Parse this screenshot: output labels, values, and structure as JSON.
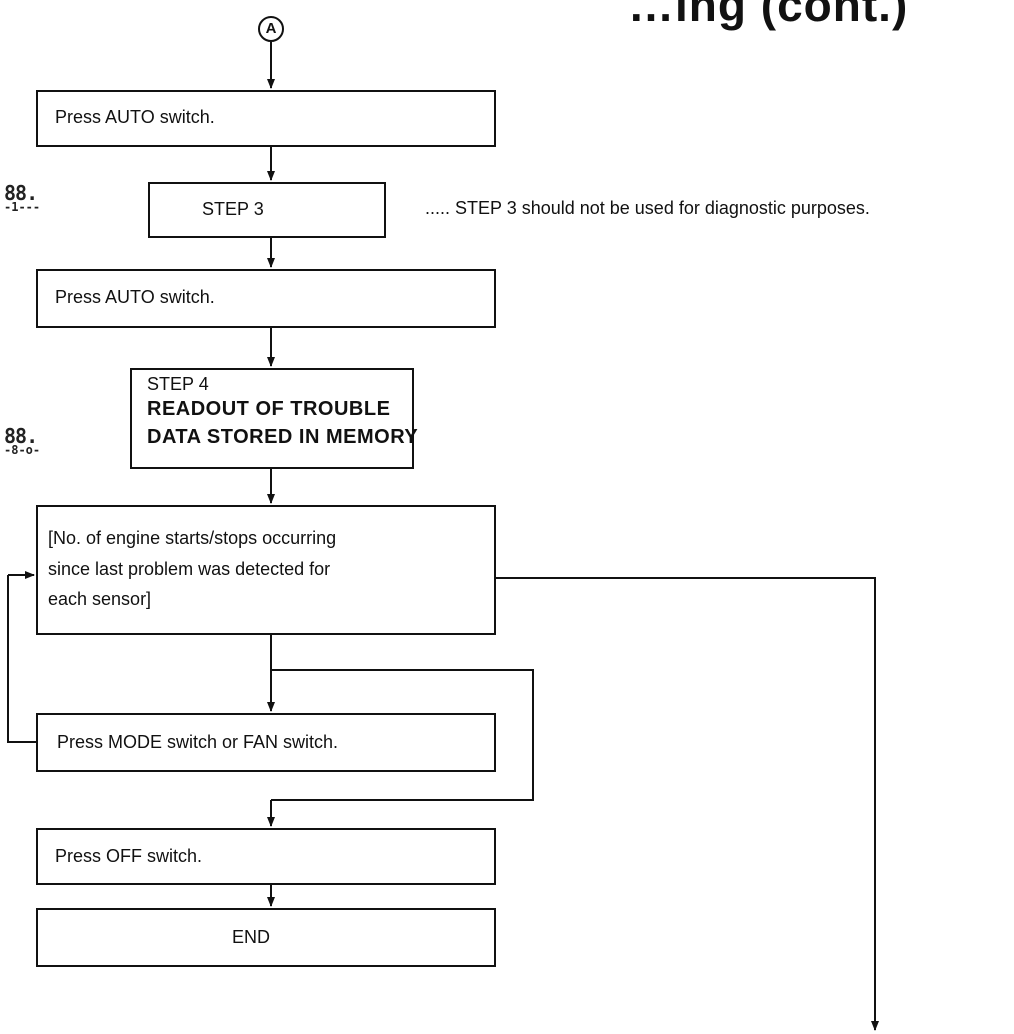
{
  "title": "…ing (cont.)",
  "connector": {
    "label": "A"
  },
  "steps": {
    "press_auto_1": "Press AUTO switch.",
    "step3": "STEP 3",
    "press_auto_2": "Press AUTO switch.",
    "step4_label": "STEP 4",
    "step4_line1": "READOUT OF TROUBLE",
    "step4_line2": "DATA STORED IN MEMORY",
    "info_line1": "[No. of engine starts/stops occurring",
    "info_line2": "since last problem was detected for",
    "info_line3": "each sensor]",
    "press_mode_fan": "Press MODE switch or FAN switch.",
    "press_off": "Press OFF switch.",
    "end": "END"
  },
  "note": "..... STEP 3 should not be used for diagnostic purposes.",
  "displays": {
    "step3": {
      "top": "88.",
      "bottom": "-1---"
    },
    "step4": {
      "top": "88.",
      "bottom": "-8-o-"
    }
  }
}
